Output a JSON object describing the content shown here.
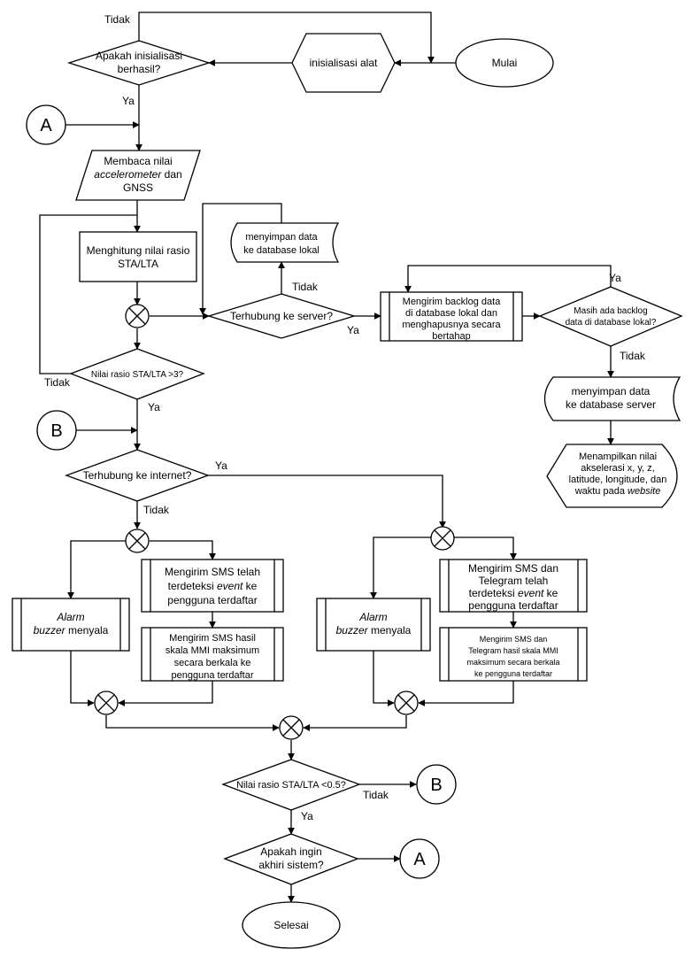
{
  "flowchart": {
    "start": "Mulai",
    "end": "Selesai",
    "init": "inisialisasi alat",
    "init_ok": "Apakah inisialisasi berhasil?",
    "connector_a": "A",
    "connector_b": "B",
    "read_sensor": {
      "line1": "Membaca nilai",
      "line2_italic": "accelerometer",
      "line2_rest": " dan",
      "line3": "GNSS"
    },
    "calc_ratio": "Menghitung nilai rasio STA/LTA",
    "save_local": "menyimpan data ke database lokal",
    "server_conn": "Terhubung ke server?",
    "send_backlog": "Mengirim backlog data di database lokal dan menghapusnya secara bertahap",
    "backlog_left": "Masih ada backlog data di database lokal?",
    "save_server": "menyimpan data ke database server",
    "display": {
      "lines": [
        "Menampilkan nilai",
        "akselerasi x, y, z,",
        "latitude, longitude, dan"
      ],
      "last_prefix": "waktu pada ",
      "last_italic": "website"
    },
    "ratio_gt3": "Nilai rasio STA/LTA >3?",
    "internet_conn": "Terhubung ke internet?",
    "alarm": {
      "italic": "Alarm",
      "italic2": "buzzer",
      "rest": " menyala"
    },
    "sms_detect": {
      "line1": "Mengirim SMS telah",
      "line2_italic": "terdeteksi ",
      "line2_italic_word": "event",
      "line2_rest": " ke",
      "line3": "pengguna terdaftar"
    },
    "sms_mmi": "Mengirim SMS hasil skala MMI maksimum secara berkala ke pengguna terdaftar",
    "sms_tg_detect": {
      "line1": "Mengirim SMS dan",
      "line2": "Telegram telah",
      "line3_prefix": "terdeteksi ",
      "line3_italic": "event",
      "line3_rest": " ke",
      "line4": "pengguna terdaftar"
    },
    "sms_tg_mmi": "Mengirim SMS dan Telegram hasil skala MMI maksimum secara berkala ke pengguna terdaftar",
    "ratio_lt05": "Nilai rasio STA/LTA <0.5?",
    "end_system": "Apakah ingin akhiri sistem?",
    "labels": {
      "yes": "Ya",
      "no": "Tidak"
    }
  }
}
